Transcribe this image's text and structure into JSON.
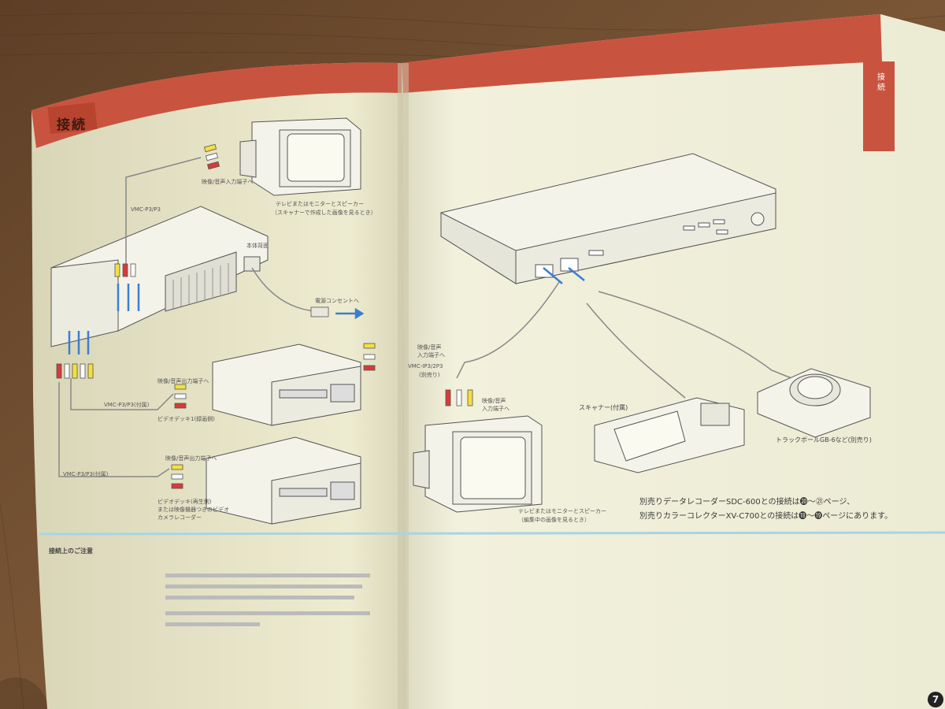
{
  "header": {
    "left_title": "接続",
    "right_tab": [
      "接",
      "続"
    ]
  },
  "page_number": "7",
  "left_page": {
    "labels": {
      "tv_top_jack": "映像/音声入力端子へ",
      "tv_top_caption_1": "テレビまたはモニターとスピーカー",
      "tv_top_caption_2": "（スキャナーで作成した画像を見るとき）",
      "cable_vmc": "VMC-P3/P3",
      "back_panel": "本体背面",
      "power_outlet": "電源コンセントへ",
      "vcr1_jack": "映像/音声出力端子へ",
      "vcr1_name": "ビデオデッキ1(録画側)",
      "vcr1_cable": "VMC-P3/P3(付属)",
      "vcr2_jack": "映像/音声出力端子へ",
      "vcr2_name_1": "ビデオデッキ(再生側)",
      "vcr2_name_2": "または映像機器つきのビデオ",
      "vcr2_name_3": "カメラレコーダー",
      "vcr2_cable": "VMC-P3/P3(付属)"
    },
    "notes_title": "接続上のご注意"
  },
  "right_page": {
    "labels": {
      "monitor_jack_1": "映像/音声",
      "monitor_jack_2": "入力端子へ",
      "cable_vmc": "VMC-IP3/2P3",
      "cable_sold": "(別売り)",
      "scanner": "スキャナー(付属)",
      "trackball": "トラックボールGB-6など(別売り)",
      "monitor_caption_1": "テレビまたはモニターとスピーカー",
      "monitor_caption_2": "（編集中の画像を見るとき）"
    },
    "refs": [
      "別売りデータレコーダーSDC-600との接続は⓴～㉑ページ、",
      "別売りカラーコレクターXV-C700との接続は⓲～⓳ページにあります。"
    ]
  }
}
